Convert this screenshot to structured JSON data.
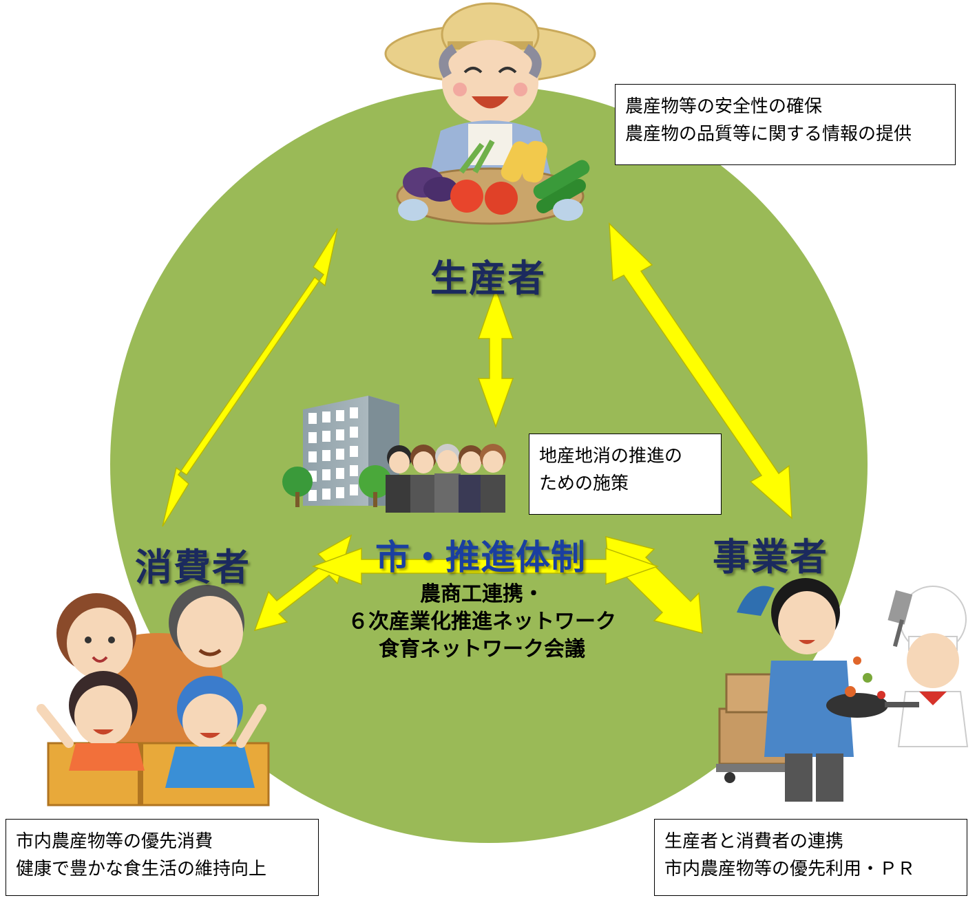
{
  "producer": {
    "label": "生産者",
    "notes": [
      "農産物等の安全性の確保",
      "農産物の品質等に関する情報の提供"
    ]
  },
  "consumer": {
    "label": "消費者",
    "notes": [
      "市内農産物等の優先消費",
      "健康で豊かな食生活の維持向上"
    ]
  },
  "business": {
    "label": "事業者",
    "notes": [
      "生産者と消費者の連携",
      "市内農産物等の優先利用・ＰＲ"
    ]
  },
  "city": {
    "title": "市・推進体制",
    "lines": [
      "農商工連携・",
      "６次産業化推進ネットワーク",
      "食育ネットワーク会議"
    ],
    "notes": [
      "地産地消の推進の",
      "ための施策"
    ]
  },
  "colors": {
    "circle": "#9aba57",
    "arrow": "#ffff00",
    "label_text": "#1b2a5e",
    "city_title": "#1a3fa0"
  }
}
